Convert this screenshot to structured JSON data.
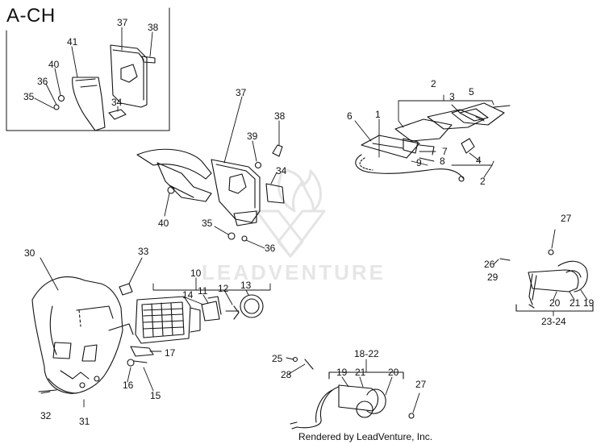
{
  "title": "A-CH",
  "footer": "Rendered by LeadVenture, Inc.",
  "watermark": "LEADVENTURE",
  "callouts": {
    "c37a": "37",
    "c38a": "38",
    "c41": "41",
    "c40a": "40",
    "c36a": "36",
    "c35a": "35",
    "c34a": "34",
    "c37b": "37",
    "c38b": "38",
    "c39": "39",
    "c34b": "34",
    "c40b": "40",
    "c35b": "35",
    "c36b": "36",
    "c2a": "2",
    "c3": "3",
    "c5": "5",
    "c6": "6",
    "c1": "1",
    "c7": "7",
    "c8": "8",
    "c9": "9",
    "c4": "4",
    "c2b": "2",
    "c30": "30",
    "c33": "33",
    "c10": "10",
    "c11": "11",
    "c12": "12",
    "c13": "13",
    "c14": "14",
    "c17": "17",
    "c16": "16",
    "c15": "15",
    "c32": "32",
    "c31": "31",
    "c27a": "27",
    "c26": "26",
    "c29": "29",
    "c20a": "20",
    "c21a": "21",
    "c19a": "19",
    "c2324": "23-24",
    "c25": "25",
    "c28": "28",
    "c1822": "18-22",
    "c19b": "19",
    "c21b": "21",
    "c20b": "20",
    "c27b": "27"
  }
}
